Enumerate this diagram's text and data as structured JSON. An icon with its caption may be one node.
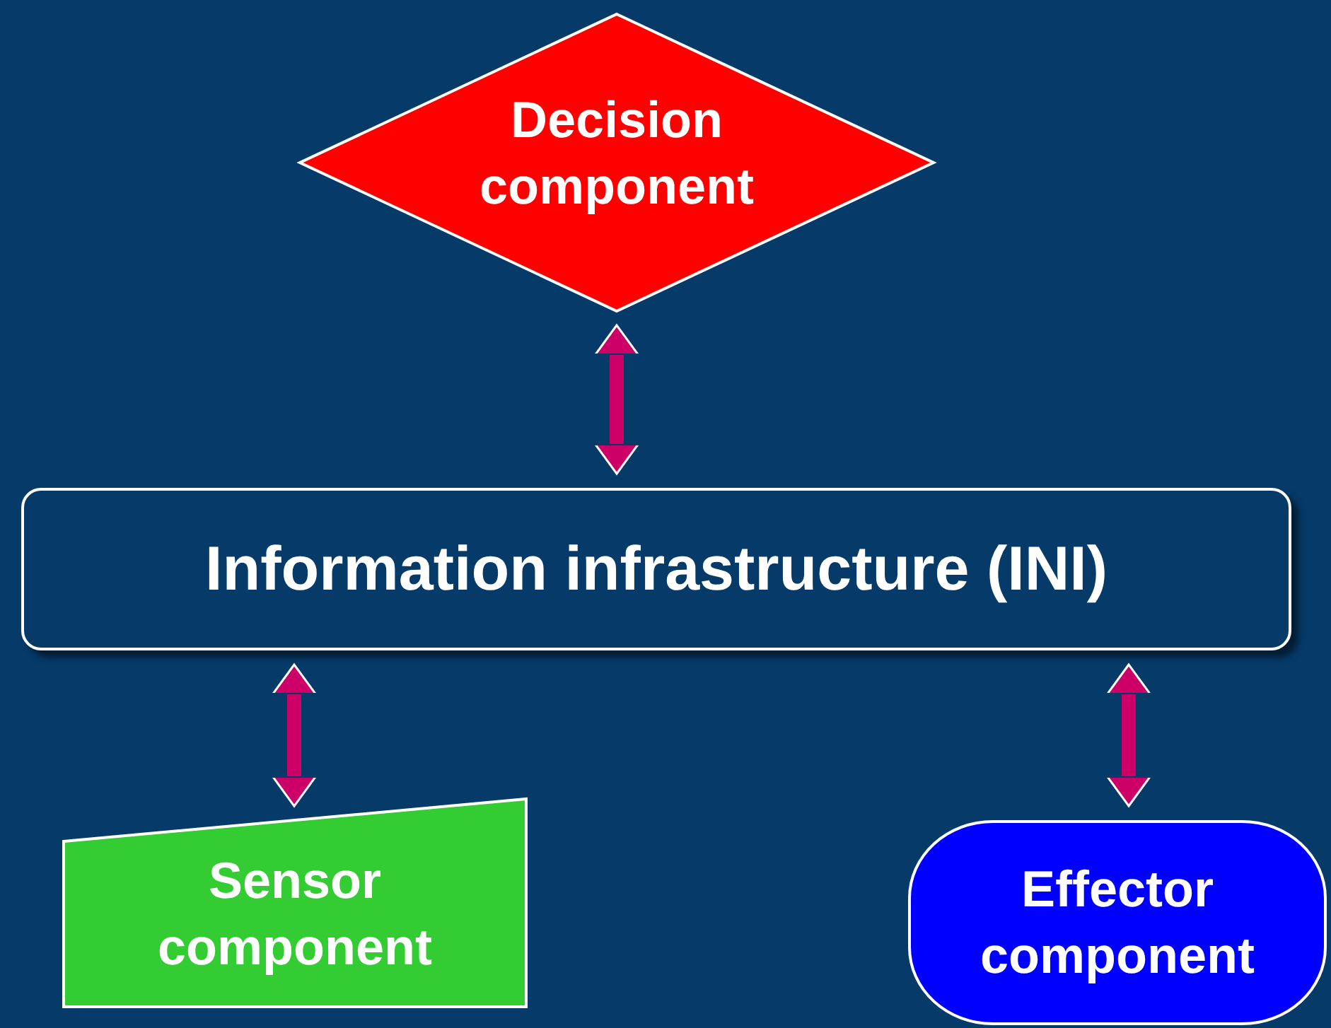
{
  "diagram": {
    "nodes": [
      {
        "text": [
          "Decision component"
        ]
      },
      {
        "text": [
          "Information infrastructure (INI)"
        ]
      },
      {
        "text": [
          "Sensor component"
        ]
      },
      {
        "text": [
          "Effector component"
        ]
      }
    ],
    "edges": [
      {
        "from": 0,
        "to": 1,
        "arrow": "both"
      },
      {
        "from": 1,
        "to": 2,
        "arrow": "both"
      },
      {
        "from": 1,
        "to": 3,
        "arrow": "both"
      }
    ]
  }
}
